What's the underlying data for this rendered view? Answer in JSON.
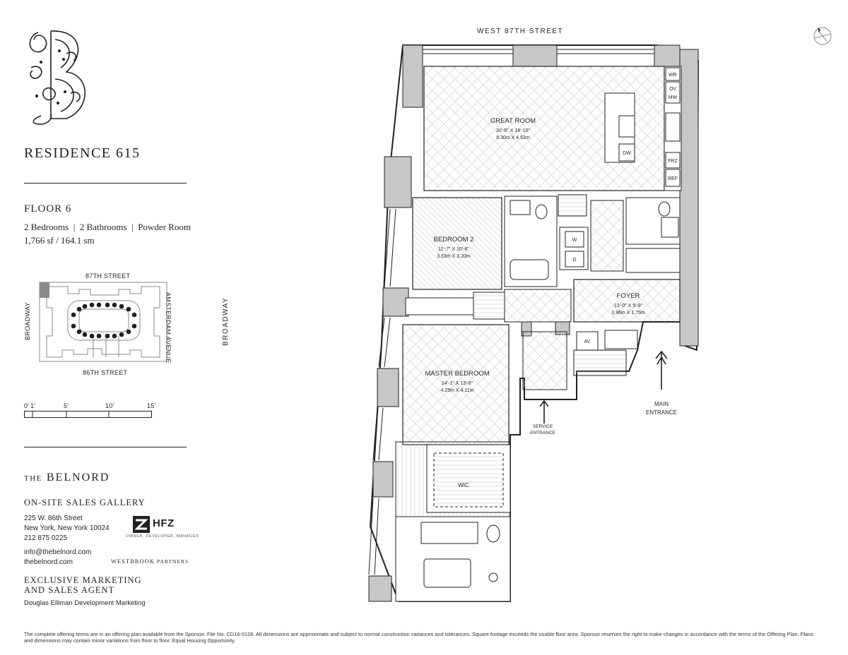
{
  "header": {
    "residence": "RESIDENCE 615",
    "floor": "FLOOR 6",
    "specs": "2 Bedrooms  |  2 Bathrooms  |  Powder Room",
    "area": "1,766 sf / 164.1 sm"
  },
  "keyplan": {
    "north_street": "87TH STREET",
    "south_street": "86TH STREET",
    "west_street": "BROADWAY",
    "east_street": "AMSTERDAM AVENUE"
  },
  "scale": {
    "ticks": [
      "0'",
      "1'",
      "5'",
      "10'",
      "15'"
    ]
  },
  "plan": {
    "top_street": "WEST 87TH STREET",
    "side_street": "BROADWAY",
    "rooms": {
      "great_room": {
        "name": "GREAT ROOM",
        "dim_imperial": "30'-6\" X 14'-10\"",
        "dim_metric": "9.30m X 4.52m"
      },
      "bedroom2": {
        "name": "BEDROOM 2",
        "dim_imperial": "11'-7\" X 10'-6\"",
        "dim_metric": "3.53m X 3.20m"
      },
      "master": {
        "name": "MASTER BEDROOM",
        "dim_imperial": "14'-1\" X 13'-6\"",
        "dim_metric": "4.29m X 4.11m"
      },
      "foyer": {
        "name": "FOYER",
        "dim_imperial": "13'-0\" X 5'-9\"",
        "dim_metric": "3.96m X 1.75m"
      },
      "wic": "WIC"
    },
    "appliances": [
      "WR",
      "OV",
      "MW",
      "FRZ",
      "REF",
      "DW",
      "W",
      "D",
      "AV"
    ],
    "service_entrance": [
      "SERVICE",
      "ENTRANCE"
    ],
    "main_entrance": [
      "MAIN",
      "ENTRANCE"
    ]
  },
  "brand": {
    "the": "THE",
    "name": "BELNORD"
  },
  "sales": {
    "gallery": "ON-SITE SALES GALLERY",
    "address1": "225 W. 86th Street",
    "address2": "New York, New York 10024",
    "phone": "212 875 0225",
    "email": "info@thebelnord.com",
    "website": "thebelnord.com",
    "agent_heading1": "EXCLUSIVE MARKETING",
    "agent_heading2": "AND SALES AGENT",
    "agent": "Douglas Elliman Development Marketing"
  },
  "partners": {
    "hfz": "HFZ",
    "hfz_tagline": "OWNER, DEVELOPER, MANAGER",
    "westbrook": "WESTBROOK",
    "westbrook_suffix": "PARTNERS"
  },
  "disclaimer": "The complete offering terms are in an offering plan available from the Sponsor. File No. CD16-0128. All dimensions are approximate and subject to normal construction variances and tolerances. Square footage exceeds the usable floor area. Sponsor reserves the right to make changes in accordance with the terms of the Offering Plan. Plans and dimensions may contain minor variations from floor to floor. Equal Housing Opportunity."
}
